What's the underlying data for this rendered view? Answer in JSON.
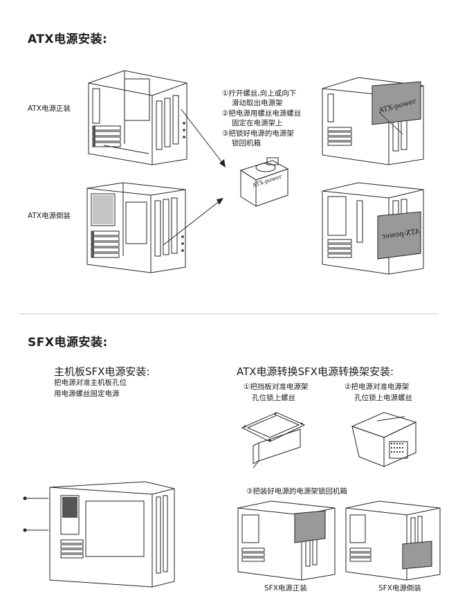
{
  "atx_section": {
    "title": "ATX电源安装:",
    "label_normal": "ATX电源正装",
    "label_inverted": "ATX电源倒装",
    "steps": [
      "①拧开螺丝,向上或向下",
      "滑动取出电源架",
      "②把电源用螺丝电源螺丝",
      "固定在电源架上",
      "③把锁好电源的电源架",
      "锁回机箱"
    ],
    "psu_text": "ATX-power",
    "psu_text_alt": "ATX-power"
  },
  "sfx_section": {
    "title": "SFX电源安装:",
    "mb_title": "主机板SFX电源安装:",
    "mb_desc": [
      "把电源对准主机板孔位",
      "用电源螺丝固定电源"
    ],
    "convert_title": "ATX电源转换SFX电源转换架安装:",
    "step1": [
      "①把挡板对准电源架",
      "孔位锁上螺丝"
    ],
    "step2": [
      "②把电源对准电源架",
      "孔位锁上电源螺丝"
    ],
    "step3": "③把装好电源的电源架锁回机箱",
    "label_normal": "SFX电源正装",
    "label_inverted": "SFX电源倒装"
  }
}
